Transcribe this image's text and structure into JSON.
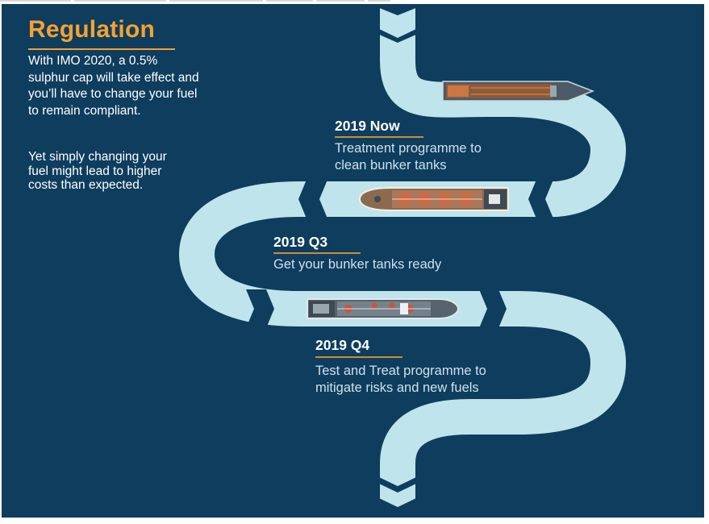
{
  "header": {
    "title": "Regulation",
    "intro": "With IMO 2020, a 0.5% sulphur cap will take effect and you’ll have to change your fuel to remain compliant.",
    "intro_secondary": "Yet simply changing your fuel might lead to higher costs than expected."
  },
  "milestones": [
    {
      "title": "2019 Now",
      "description": "Treatment programme to clean bunker tanks"
    },
    {
      "title": "2019 Q3",
      "description": "Get your bunker tanks ready"
    },
    {
      "title": "2019 Q4",
      "description": "Test and Treat programme to mitigate risks and new fuels"
    }
  ],
  "colors": {
    "background": "#0e3d5e",
    "road": "#bfe4ec",
    "accent": "#f6a12e",
    "rule": "#c98e37",
    "text": "#ffffff",
    "muted_text": "#cfe1ea"
  },
  "icons": [
    "ship-1-icon",
    "ship-2-icon",
    "ship-3-icon"
  ]
}
